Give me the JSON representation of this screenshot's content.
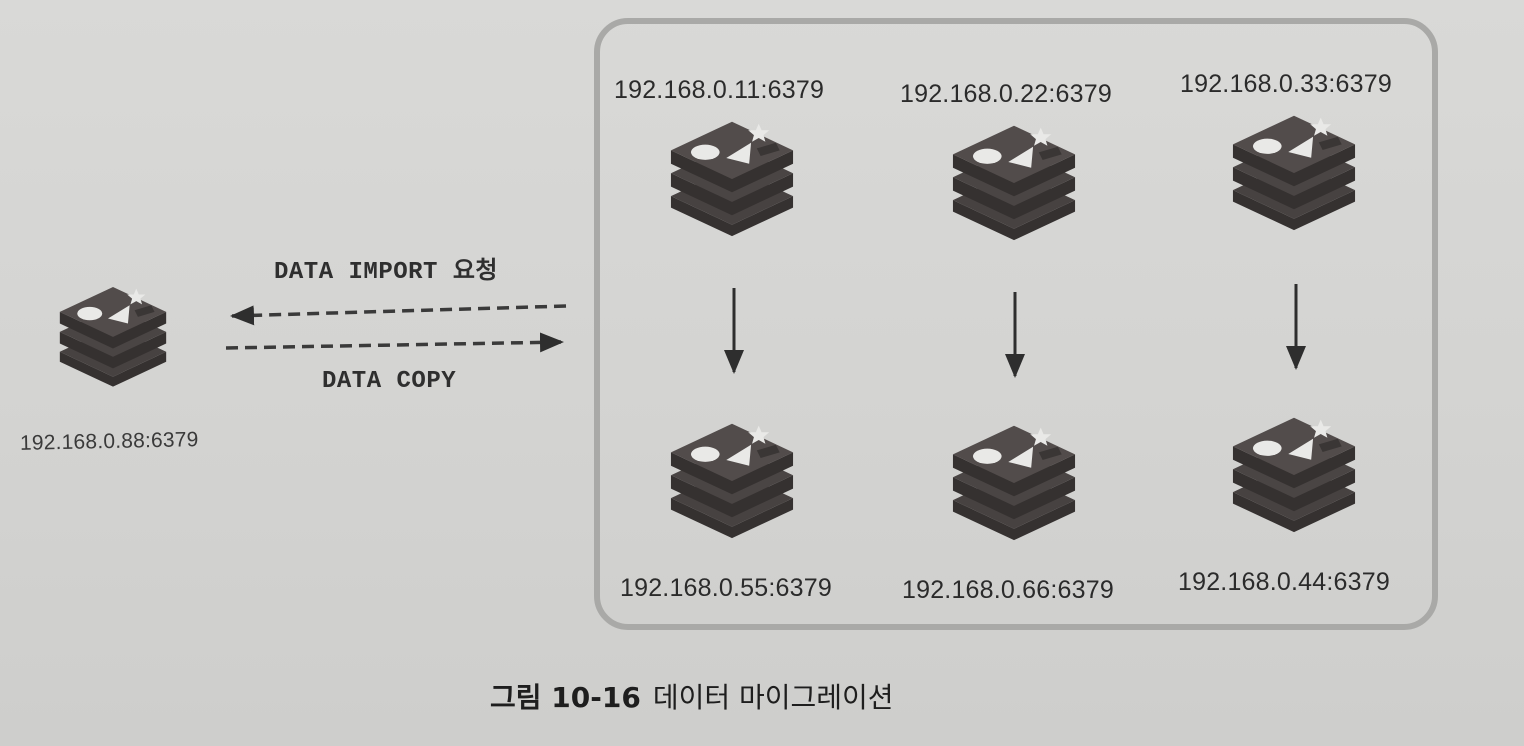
{
  "source_node": {
    "address": "192.168.0.88:6379",
    "icon": "redis-logo-icon"
  },
  "cluster_nodes": [
    {
      "address": "192.168.0.11:6379",
      "icon": "redis-logo-icon"
    },
    {
      "address": "192.168.0.22:6379",
      "icon": "redis-logo-icon"
    },
    {
      "address": "192.168.0.33:6379",
      "icon": "redis-logo-icon"
    },
    {
      "address": "192.168.0.55:6379",
      "icon": "redis-logo-icon"
    },
    {
      "address": "192.168.0.66:6379",
      "icon": "redis-logo-icon"
    },
    {
      "address": "192.168.0.44:6379",
      "icon": "redis-logo-icon"
    }
  ],
  "flows": {
    "import_request": "DATA IMPORT 요청",
    "copy": "DATA COPY"
  },
  "caption": {
    "figure_number": "그림 10-16",
    "title": "데이터 마이그레이션"
  },
  "colors": {
    "background": "#d6d6d4",
    "box_border": "#a9a9a7",
    "icon_dark": "#3e3a39",
    "icon_light": "#e9e9e7"
  }
}
